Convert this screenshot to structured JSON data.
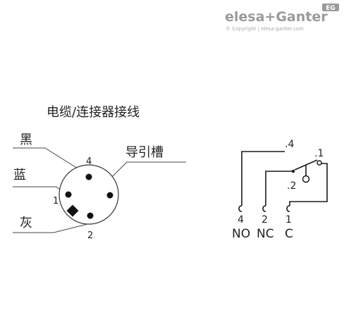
{
  "brand": {
    "logo_name": "elesa+Ganter",
    "logo_badge": "EG",
    "copyright": "© Copyright | elesa-ganter.com",
    "color": "#9a9a9a"
  },
  "connector": {
    "title": "电缆/连接器接线",
    "wire_labels": {
      "black": "黑",
      "blue": "蓝",
      "gray": "灰"
    },
    "keyway_label": "导引槽",
    "pins": [
      "4",
      "1",
      "2"
    ]
  },
  "switch": {
    "contacts": {
      "top": ".4",
      "right": ".1",
      "middle": ".2"
    },
    "terminals": [
      {
        "num": "4",
        "label": "NO"
      },
      {
        "num": "2",
        "label": "NC"
      },
      {
        "num": "1",
        "label": "C"
      }
    ]
  }
}
